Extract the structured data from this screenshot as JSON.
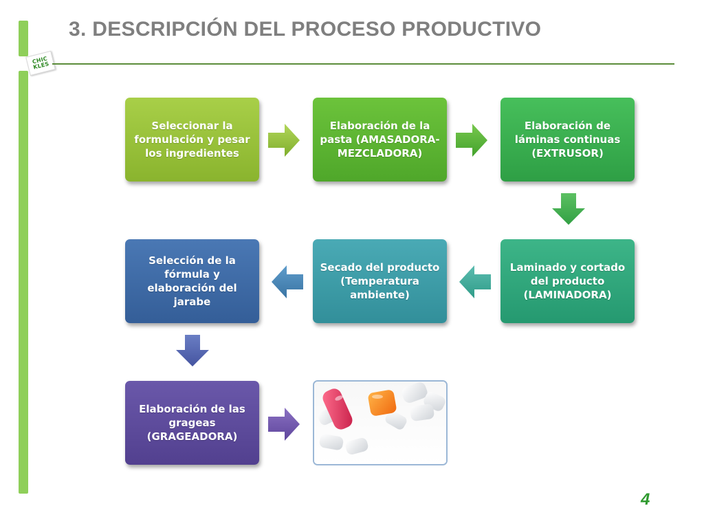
{
  "slide": {
    "title": "3. DESCRIPCIÓN DEL PROCESO PRODUCTIVO",
    "logo": {
      "line1": "CHIC",
      "line2": "KLES"
    },
    "page_number": "4"
  },
  "colors": {
    "accent_bar": "#8fcf5a",
    "rule": "#5b8c3a",
    "title": "#7f7f7f",
    "page_number": "#2f9a2f"
  },
  "steps": [
    {
      "label": "Seleccionar la formulación y pesar los ingredientes",
      "color": "#9bc23c"
    },
    {
      "label": "Elaboración de la pasta (AMASADORA-MEZCLADORA)",
      "color": "#5db532"
    },
    {
      "label": "Elaboración de láminas continuas (EXTRUSOR)",
      "color": "#3aaf50"
    },
    {
      "label": "Laminado y cortado del producto (LAMINADORA)",
      "color": "#31a87c"
    },
    {
      "label": "Secado del producto (Temperatura ambiente)",
      "color": "#3e9da8"
    },
    {
      "label": "Selección de la fórmula y elaboración del jarabe",
      "color": "#406ba6"
    },
    {
      "label": "Elaboración de las grageas (GRAGEADORA)",
      "color": "#5e4c9c"
    }
  ],
  "arrows": [
    {
      "direction": "right",
      "color": "#8fc23c"
    },
    {
      "direction": "right",
      "color": "#52b23a"
    },
    {
      "direction": "down",
      "color": "#42b44f"
    },
    {
      "direction": "left",
      "color": "#3aa89a"
    },
    {
      "direction": "left",
      "color": "#4a86b0"
    },
    {
      "direction": "down",
      "color": "#4a5fa8"
    },
    {
      "direction": "right",
      "color": "#6c54a8"
    }
  ],
  "image": {
    "subject": "chewing-gum-pellets-photo"
  }
}
